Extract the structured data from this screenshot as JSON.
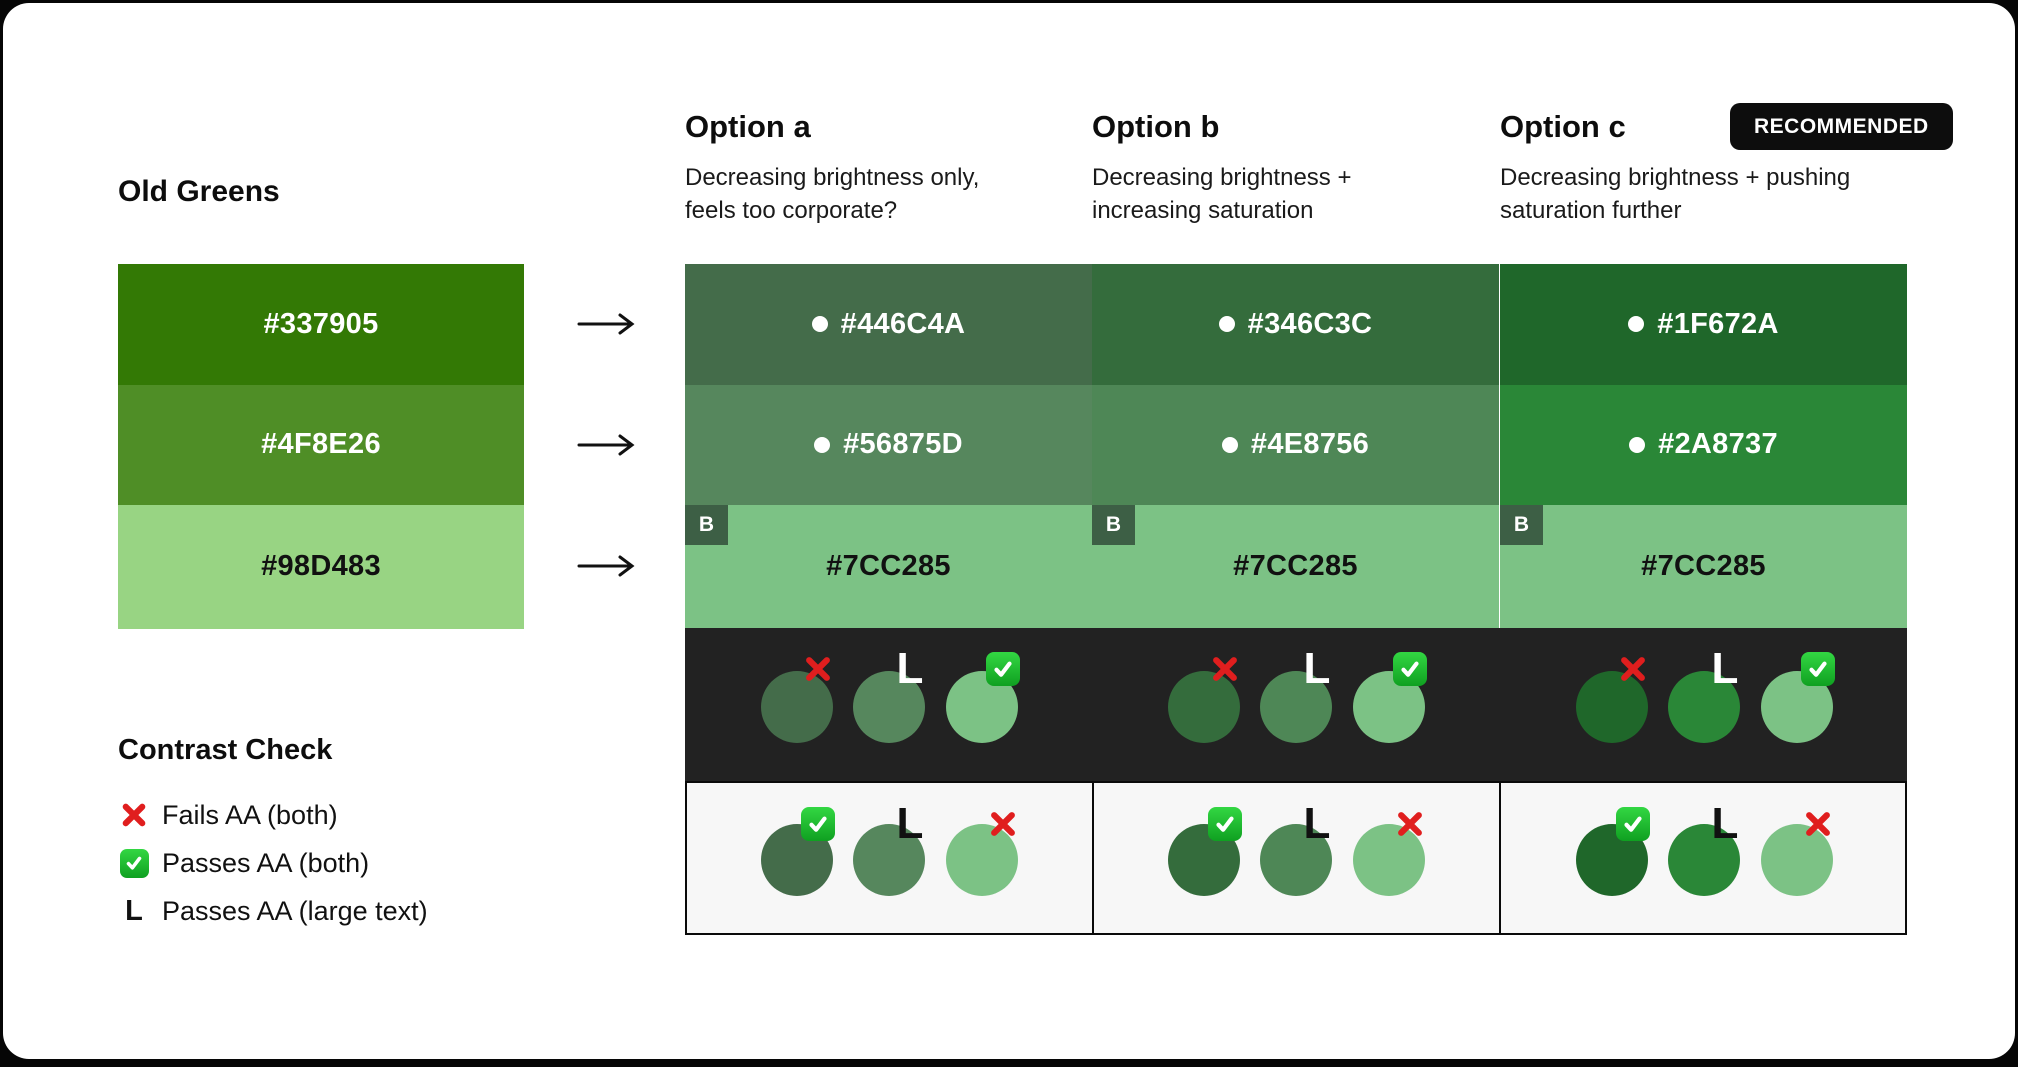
{
  "marks": {
    "large_label": "L",
    "base_label": "B"
  },
  "recommended_label": "RECOMMENDED",
  "old_greens": {
    "title": "Old Greens",
    "swatches": [
      {
        "hex": "#337905",
        "text_color": "#FFFFFF"
      },
      {
        "hex": "#4F8E26",
        "text_color": "#FFFFFF"
      },
      {
        "hex": "#98D483",
        "text_color": "#111111"
      }
    ]
  },
  "options": [
    {
      "title": "Option a",
      "description": "Decreasing brightness only,\nfeels too corporate?",
      "recommended": false,
      "swatches": [
        {
          "hex": "#446C4A",
          "text_color": "#FFFFFF",
          "bullet": true
        },
        {
          "hex": "#56875D",
          "text_color": "#FFFFFF",
          "bullet": true
        },
        {
          "hex": "#7CC285",
          "text_color": "#111111",
          "base_badge": "B"
        }
      ],
      "contrast_on_dark": [
        "fails",
        "passes-large",
        "passes"
      ],
      "contrast_on_light": [
        "passes",
        "passes-large",
        "fails"
      ]
    },
    {
      "title": "Option b",
      "description": "Decreasing brightness +\nincreasing saturation",
      "recommended": false,
      "swatches": [
        {
          "hex": "#346C3C",
          "text_color": "#FFFFFF",
          "bullet": true
        },
        {
          "hex": "#4E8756",
          "text_color": "#FFFFFF",
          "bullet": true
        },
        {
          "hex": "#7CC285",
          "text_color": "#111111",
          "base_badge": "B"
        }
      ],
      "contrast_on_dark": [
        "fails",
        "passes-large",
        "passes"
      ],
      "contrast_on_light": [
        "passes",
        "passes-large",
        "fails"
      ]
    },
    {
      "title": "Option c",
      "description": "Decreasing brightness + pushing\nsaturation further",
      "recommended": true,
      "swatches": [
        {
          "hex": "#1F672A",
          "text_color": "#FFFFFF",
          "bullet": true
        },
        {
          "hex": "#2A8737",
          "text_color": "#FFFFFF",
          "bullet": true
        },
        {
          "hex": "#7CC285",
          "text_color": "#111111",
          "base_badge": "B"
        }
      ],
      "contrast_on_dark": [
        "fails",
        "passes-large",
        "passes"
      ],
      "contrast_on_light": [
        "passes",
        "passes-large",
        "fails"
      ]
    }
  ],
  "legend": {
    "title": "Contrast Check",
    "items": [
      {
        "icon": "fail-cross-icon",
        "label": "Fails AA (both)"
      },
      {
        "icon": "pass-check-icon",
        "label": "Passes AA (both)"
      },
      {
        "icon": "large-text-L",
        "label": "Passes AA (large text)"
      }
    ]
  },
  "colors": {
    "dark_panel": "#222222",
    "light_panel": "#F7F7F7",
    "base_badge_bg": "#3D5F45",
    "fail_red": "#E01E1E",
    "pass_green": "#17B62A",
    "recommended_bg": "#0D0D0D",
    "shared_base": "#7CC285"
  }
}
